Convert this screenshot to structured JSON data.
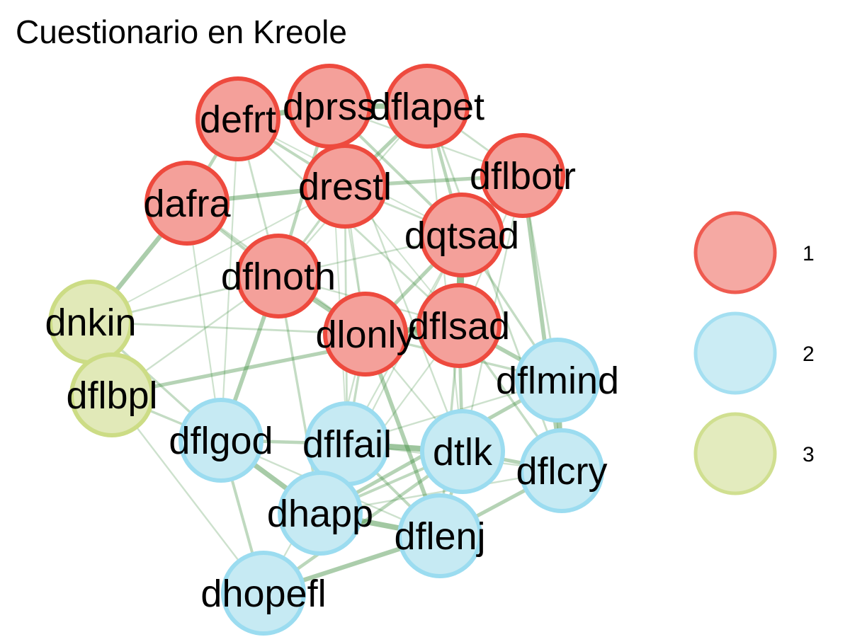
{
  "title": "Cuestionario en Kreole",
  "colors": {
    "group1_fill": "#F4A09A",
    "group1_stroke": "#EE4A3E",
    "group2_fill": "#C6EAF3",
    "group2_stroke": "#9BDCF0",
    "group3_fill": "#E1E9B8",
    "group3_stroke": "#CCDC85",
    "edge": "#3C8C3C"
  },
  "legend": [
    {
      "group": "1",
      "label": "1"
    },
    {
      "group": "2",
      "label": "2"
    },
    {
      "group": "3",
      "label": "3"
    }
  ],
  "nodes": [
    {
      "id": "dprss",
      "group": "1"
    },
    {
      "id": "dflapet",
      "group": "1"
    },
    {
      "id": "defrt",
      "group": "1"
    },
    {
      "id": "dflbotr",
      "group": "1"
    },
    {
      "id": "drestl",
      "group": "1"
    },
    {
      "id": "dafra",
      "group": "1"
    },
    {
      "id": "dqtsad",
      "group": "1"
    },
    {
      "id": "dflnoth",
      "group": "1"
    },
    {
      "id": "dflsad",
      "group": "1"
    },
    {
      "id": "dlonly",
      "group": "1"
    },
    {
      "id": "dnkin",
      "group": "3"
    },
    {
      "id": "dflbpl",
      "group": "3"
    },
    {
      "id": "dflmind",
      "group": "2"
    },
    {
      "id": "dflgod",
      "group": "2"
    },
    {
      "id": "dflfail",
      "group": "2"
    },
    {
      "id": "dtlk",
      "group": "2"
    },
    {
      "id": "dflcry",
      "group": "2"
    },
    {
      "id": "dhapp",
      "group": "2"
    },
    {
      "id": "dflenj",
      "group": "2"
    },
    {
      "id": "dhopefl",
      "group": "2"
    }
  ],
  "edges": [
    {
      "from": "dnkin",
      "to": "dflbpl",
      "weight": 1.0
    },
    {
      "from": "dflsad",
      "to": "dqtsad",
      "weight": 0.75
    },
    {
      "from": "dlonly",
      "to": "dflsad",
      "weight": 0.6
    },
    {
      "from": "defrt",
      "to": "dprss",
      "weight": 0.55
    },
    {
      "from": "dprss",
      "to": "dflapet",
      "weight": 0.55
    },
    {
      "from": "dflfail",
      "to": "dtlk",
      "weight": 0.6
    },
    {
      "from": "dflgod",
      "to": "dhapp",
      "weight": 0.5
    },
    {
      "from": "dhapp",
      "to": "dflenj",
      "weight": 0.55
    },
    {
      "from": "dflenj",
      "to": "dhopefl",
      "weight": 0.45
    },
    {
      "from": "dflmind",
      "to": "dflcry",
      "weight": 0.5
    },
    {
      "from": "dflmind",
      "to": "dflsad",
      "weight": 0.4
    },
    {
      "from": "dafra",
      "to": "drestl",
      "weight": 0.45
    },
    {
      "from": "drestl",
      "to": "dflbotr",
      "weight": 0.35
    },
    {
      "from": "dqtsad",
      "to": "dflbotr",
      "weight": 0.45
    },
    {
      "from": "dflnoth",
      "to": "dlonly",
      "weight": 0.45
    },
    {
      "from": "dnkin",
      "to": "dafra",
      "weight": 0.45
    },
    {
      "from": "dflnoth",
      "to": "dflgod",
      "weight": 0.4
    },
    {
      "from": "dlonly",
      "to": "dflenj",
      "weight": 0.4
    },
    {
      "from": "dflbotr",
      "to": "dflcry",
      "weight": 0.4
    },
    {
      "from": "dflbpl",
      "to": "dflsad",
      "weight": 0.35
    },
    {
      "from": "dflapet",
      "to": "drestl",
      "weight": 0.35
    },
    {
      "from": "dhapp",
      "to": "dflmind",
      "weight": 0.35
    },
    {
      "from": "dtlk",
      "to": "dflcry",
      "weight": 0.35
    },
    {
      "from": "dflenj",
      "to": "dflcry",
      "weight": 0.35
    },
    {
      "from": "dhopefl",
      "to": "dtlk",
      "weight": 0.3
    },
    {
      "from": "dflsad",
      "to": "dtlk",
      "weight": 0.3
    },
    {
      "from": "dqtsad",
      "to": "dlonly",
      "weight": 0.35
    },
    {
      "from": "defrt",
      "to": "dafra",
      "weight": 0.3
    },
    {
      "from": "dprss",
      "to": "dflnoth",
      "weight": 0.3
    },
    {
      "from": "dflapet",
      "to": "dqtsad",
      "weight": 0.3
    },
    {
      "from": "dafra",
      "to": "dflnoth",
      "weight": 0.25
    },
    {
      "from": "defrt",
      "to": "drestl",
      "weight": 0.25
    },
    {
      "from": "dprss",
      "to": "dqtsad",
      "weight": 0.25
    },
    {
      "from": "drestl",
      "to": "dflnoth",
      "weight": 0.2
    },
    {
      "from": "dflgod",
      "to": "dflfail",
      "weight": 0.3
    },
    {
      "from": "dflfail",
      "to": "dhapp",
      "weight": 0.3
    },
    {
      "from": "dflfail",
      "to": "dflenj",
      "weight": 0.25
    },
    {
      "from": "dtlk",
      "to": "dflenj",
      "weight": 0.3
    },
    {
      "from": "dtlk",
      "to": "dhapp",
      "weight": 0.25
    },
    {
      "from": "dflgod",
      "to": "dhopefl",
      "weight": 0.25
    },
    {
      "from": "dnkin",
      "to": "dflgod",
      "weight": 0.2
    },
    {
      "from": "dflbpl",
      "to": "dflgod",
      "weight": 0.2
    },
    {
      "from": "dnkin",
      "to": "dlonly",
      "weight": 0.15
    },
    {
      "from": "dnkin",
      "to": "dflnoth",
      "weight": 0.15
    },
    {
      "from": "dflbpl",
      "to": "dhopefl",
      "weight": 0.12
    },
    {
      "from": "dflbpl",
      "to": "dflnoth",
      "weight": 0.12
    },
    {
      "from": "dlonly",
      "to": "dflfail",
      "weight": 0.2
    },
    {
      "from": "dlonly",
      "to": "dflmind",
      "weight": 0.2
    },
    {
      "from": "dflsad",
      "to": "dflcry",
      "weight": 0.2
    },
    {
      "from": "dflsad",
      "to": "dflenj",
      "weight": 0.2
    },
    {
      "from": "dflnoth",
      "to": "dhapp",
      "weight": 0.2
    },
    {
      "from": "dqtsad",
      "to": "dflmind",
      "weight": 0.2
    },
    {
      "from": "dflapet",
      "to": "dflcry",
      "weight": 0.15
    },
    {
      "from": "drestl",
      "to": "dflfail",
      "weight": 0.15
    },
    {
      "from": "dprss",
      "to": "dtlk",
      "weight": 0.12
    },
    {
      "from": "defrt",
      "to": "dflsad",
      "weight": 0.15
    },
    {
      "from": "dafra",
      "to": "dlonly",
      "weight": 0.15
    },
    {
      "from": "dflbotr",
      "to": "dflmind",
      "weight": 0.15
    },
    {
      "from": "dflbotr",
      "to": "dtlk",
      "weight": 0.12
    },
    {
      "from": "dflapet",
      "to": "dflbotr",
      "weight": 0.15
    },
    {
      "from": "dprss",
      "to": "drestl",
      "weight": 0.15
    },
    {
      "from": "dprss",
      "to": "dflbotr",
      "weight": 0.12
    },
    {
      "from": "defrt",
      "to": "dflnoth",
      "weight": 0.15
    },
    {
      "from": "drestl",
      "to": "dqtsad",
      "weight": 0.15
    },
    {
      "from": "drestl",
      "to": "dlonly",
      "weight": 0.12
    },
    {
      "from": "dflnoth",
      "to": "dflsad",
      "weight": 0.12
    },
    {
      "from": "dflnoth",
      "to": "dqtsad",
      "weight": 0.12
    },
    {
      "from": "dflgod",
      "to": "dflenj",
      "weight": 0.12
    },
    {
      "from": "dflfail",
      "to": "dflcry",
      "weight": 0.12
    },
    {
      "from": "dflfail",
      "to": "dflmind",
      "weight": 0.12
    },
    {
      "from": "dhapp",
      "to": "dflcry",
      "weight": 0.12
    },
    {
      "from": "dhopefl",
      "to": "dflfail",
      "weight": 0.1
    },
    {
      "from": "dflapet",
      "to": "dflnoth",
      "weight": 0.1
    },
    {
      "from": "dflapet",
      "to": "dtlk",
      "weight": 0.1
    },
    {
      "from": "defrt",
      "to": "dflgod",
      "weight": 0.1
    },
    {
      "from": "dafra",
      "to": "dflgod",
      "weight": 0.1
    },
    {
      "from": "dqtsad",
      "to": "dflfail",
      "weight": 0.1
    },
    {
      "from": "dqtsad",
      "to": "dhapp",
      "weight": 0.1
    },
    {
      "from": "dlonly",
      "to": "dhapp",
      "weight": 0.12
    },
    {
      "from": "dlonly",
      "to": "dtlk",
      "weight": 0.12
    },
    {
      "from": "dflsad",
      "to": "dhapp",
      "weight": 0.1
    },
    {
      "from": "dprss",
      "to": "dlonly",
      "weight": 0.1
    },
    {
      "from": "dprss",
      "to": "dflfail",
      "weight": 0.08
    },
    {
      "from": "drestl",
      "to": "dflsad",
      "weight": 0.08
    },
    {
      "from": "dflbotr",
      "to": "dflsad",
      "weight": 0.1
    },
    {
      "from": "defrt",
      "to": "dqtsad",
      "weight": 0.08
    },
    {
      "from": "dnkin",
      "to": "drestl",
      "weight": 0.08
    }
  ]
}
